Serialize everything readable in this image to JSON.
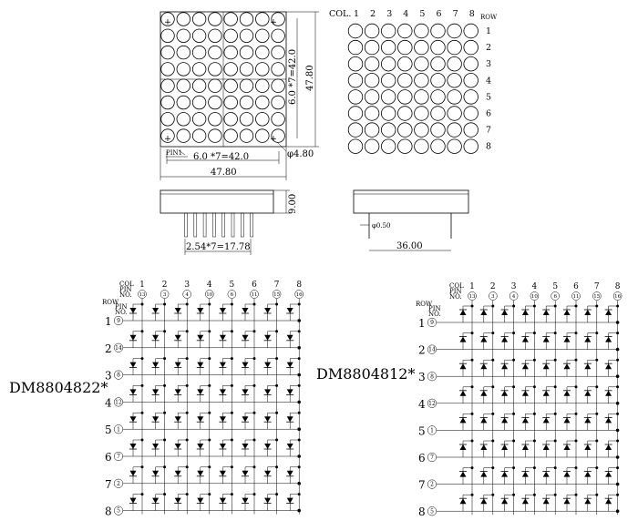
{
  "top_view": {
    "dim_pitch_h": "6.0 *7=42.0",
    "dim_pitch_v": "6.0 *7=42.0",
    "dim_width": "47.80",
    "dim_height": "47.80",
    "dim_hole": "φ4.80",
    "pin_label": "PIN1"
  },
  "matrix_view": {
    "col_label": "COL.",
    "row_label": "ROW",
    "cols": [
      "1",
      "2",
      "3",
      "4",
      "5",
      "6",
      "7",
      "8"
    ],
    "rows": [
      "1",
      "2",
      "3",
      "4",
      "5",
      "6",
      "7",
      "8"
    ]
  },
  "side_view": {
    "dim_height": "9.00",
    "dim_pin_pitch": "2.54*7=17.78",
    "dim_pin_dia": "φ0.50",
    "dim_row_spacing": "36.00"
  },
  "schematics": [
    {
      "part_number": "DM8804822*",
      "header": {
        "col": "COL",
        "pin": "PIN",
        "no": "NO.",
        "row": "ROW",
        "row_pin": "PIN",
        "row_no": "NO."
      },
      "col_numbers": [
        "1",
        "2",
        "3",
        "4",
        "5",
        "6",
        "7",
        "8"
      ],
      "col_pins": [
        "13",
        "3",
        "4",
        "10",
        "6",
        "11",
        "15",
        "16"
      ],
      "row_numbers": [
        "1",
        "2",
        "3",
        "4",
        "5",
        "6",
        "7",
        "8"
      ],
      "row_pins": [
        "9",
        "14",
        "8",
        "12",
        "1",
        "7",
        "2",
        "5"
      ],
      "diode_direction": "down"
    },
    {
      "part_number": "DM8804812*",
      "header": {
        "col": "COL",
        "pin": "PIN",
        "no": "NO.",
        "row": "ROW",
        "row_pin": "PIN",
        "row_no": "NO."
      },
      "col_numbers": [
        "1",
        "2",
        "3",
        "4",
        "5",
        "6",
        "7",
        "8"
      ],
      "col_pins": [
        "13",
        "3",
        "4",
        "10",
        "6",
        "11",
        "15",
        "16"
      ],
      "row_numbers": [
        "1",
        "2",
        "3",
        "4",
        "5",
        "6",
        "7",
        "8"
      ],
      "row_pins": [
        "9",
        "14",
        "8",
        "12",
        "1",
        "7",
        "2",
        "5"
      ],
      "diode_direction": "up"
    }
  ]
}
